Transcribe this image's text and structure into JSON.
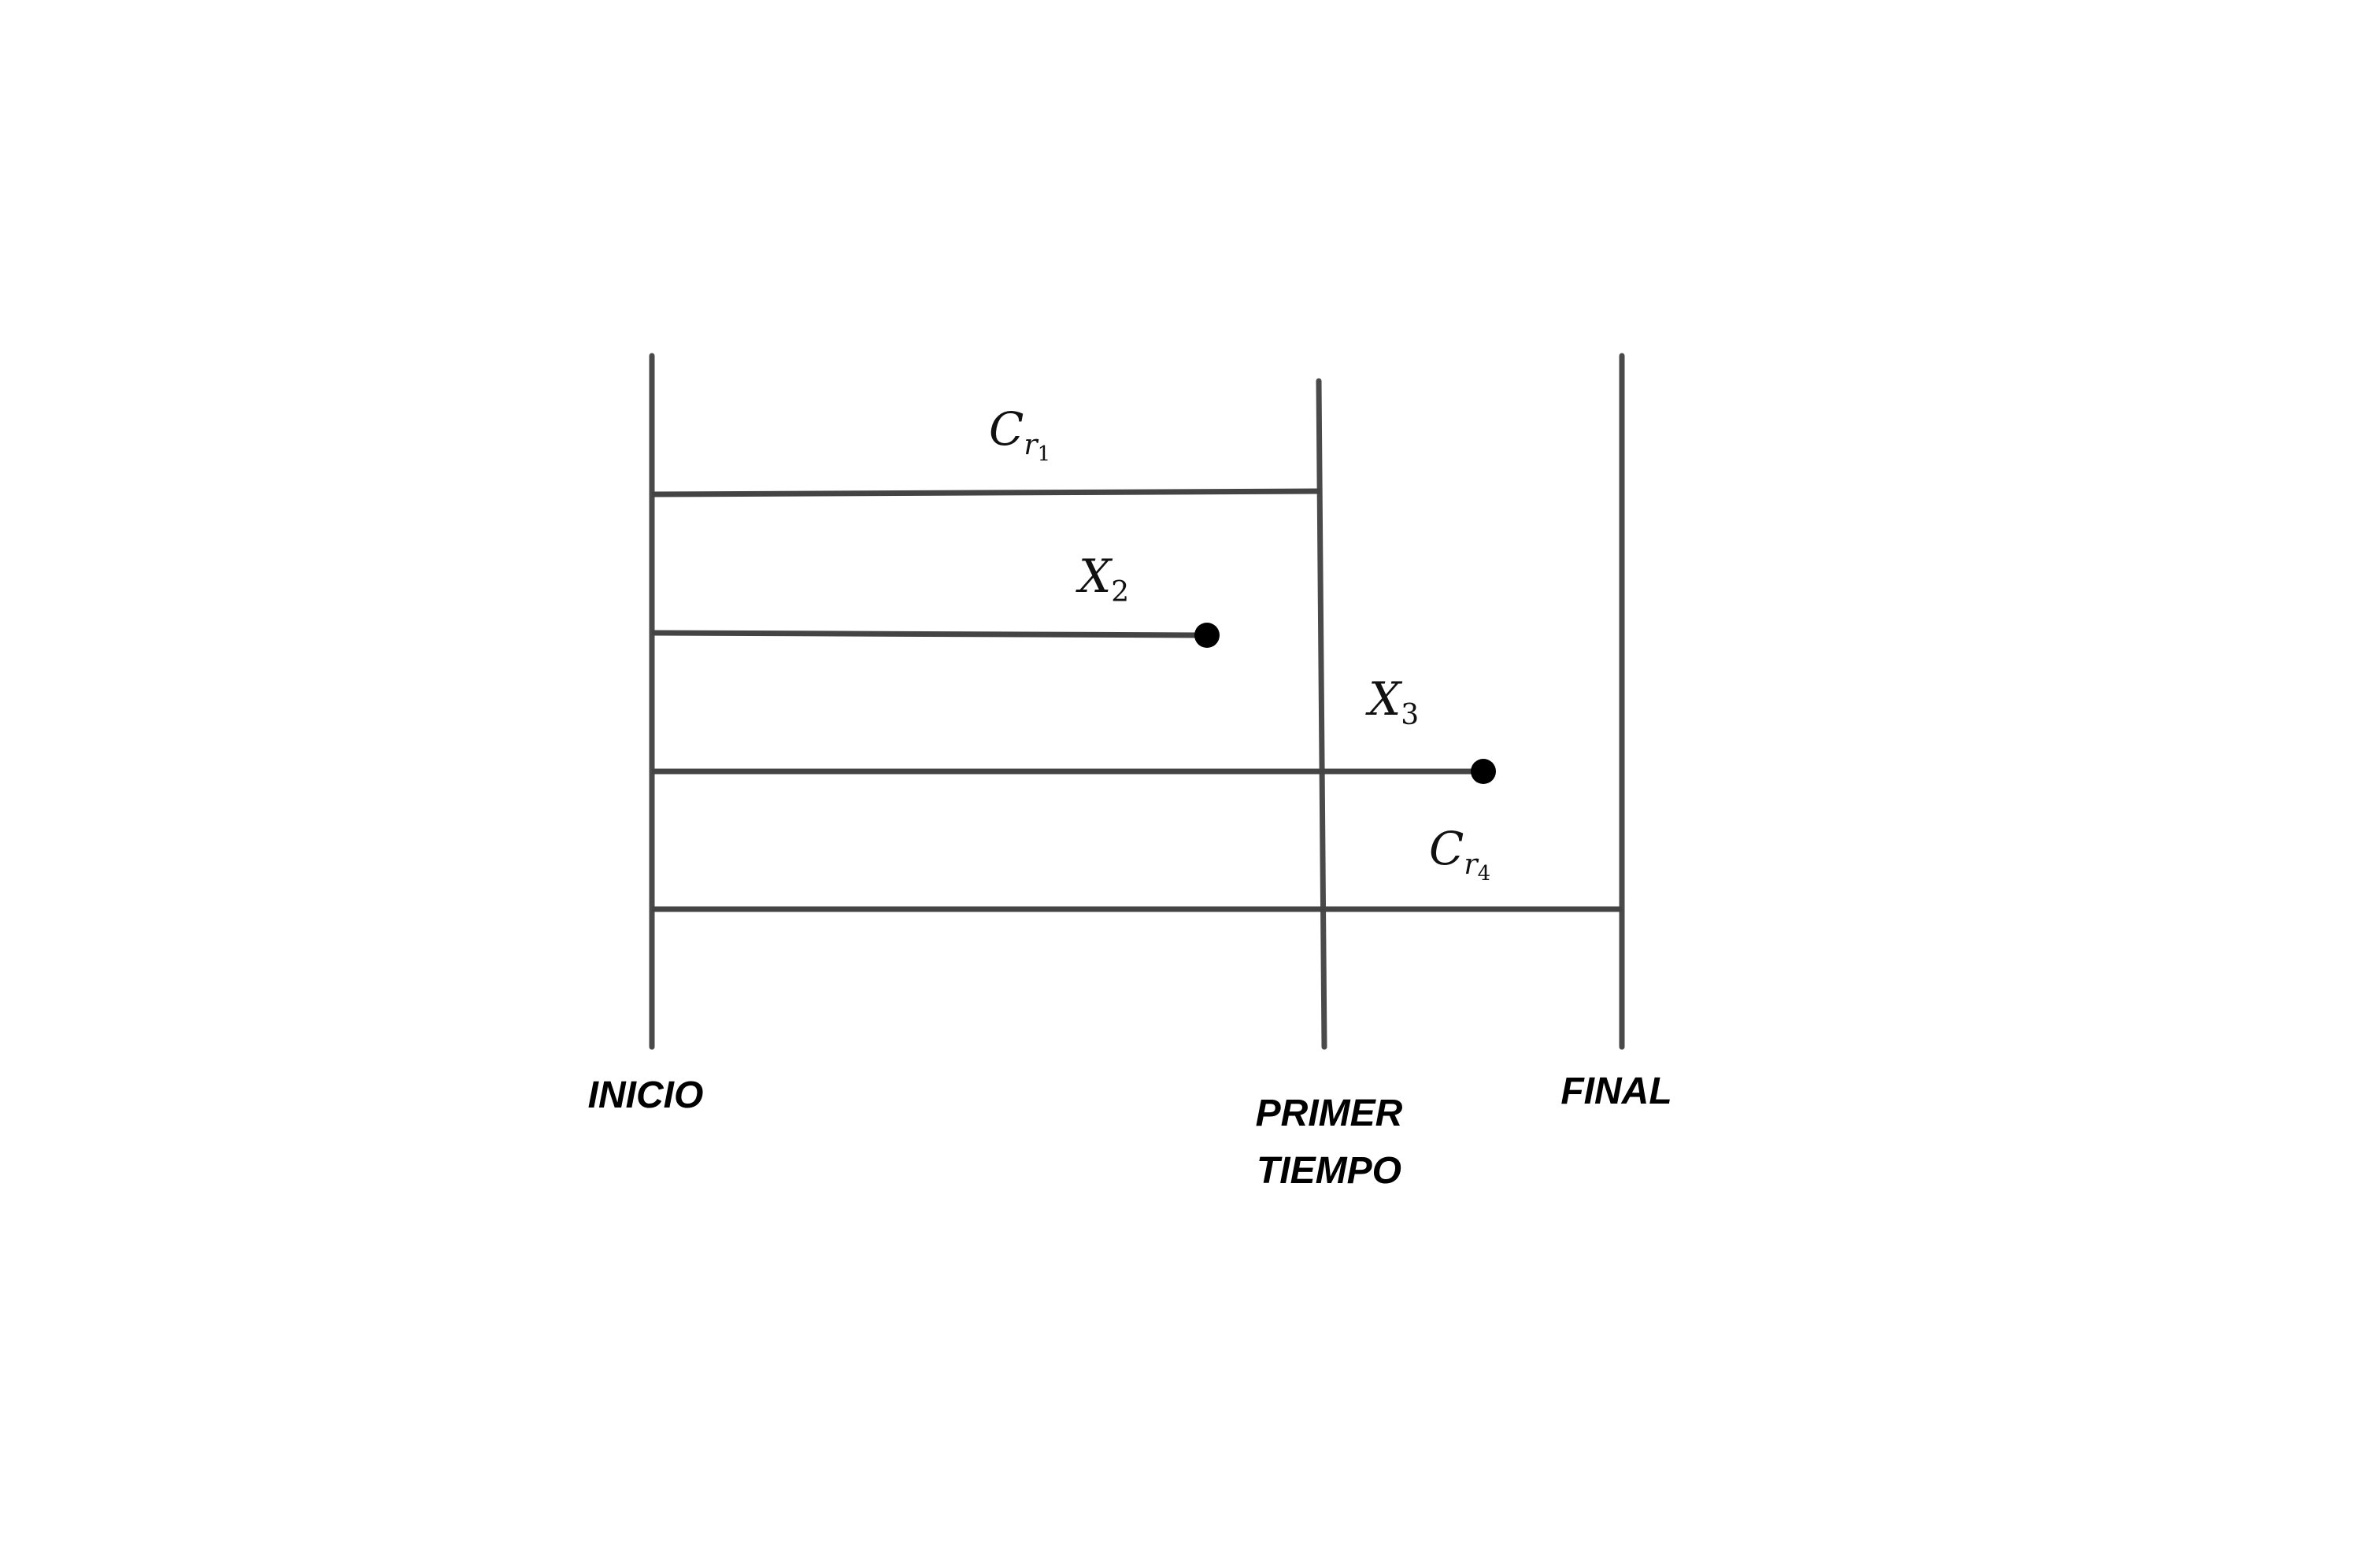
{
  "milestones": {
    "start": "INICIO",
    "middle_line1": "PRIMER",
    "middle_line2": "TIEMPO",
    "end": "FINAL"
  },
  "tracks": [
    {
      "name": "C",
      "sub": "r",
      "subsub": "1",
      "endpoint": "bar"
    },
    {
      "name": "X",
      "sub": "2",
      "endpoint": "dot"
    },
    {
      "name": "X",
      "sub": "3",
      "endpoint": "dot"
    },
    {
      "name": "C",
      "sub": "r",
      "subsub": "4",
      "endpoint": "bar"
    }
  ]
}
